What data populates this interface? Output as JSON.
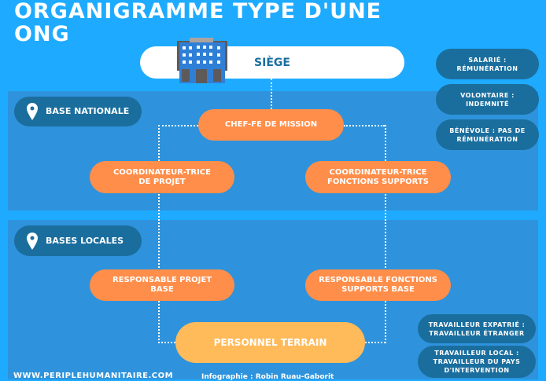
{
  "title": "ORGANIGRAMME TYPE D'UNE ONG",
  "siege": "SIÈGE",
  "base_nationale": "BASE NATIONALE",
  "bases_locales": "BASES LOCALES",
  "chef_mission": "CHEF-FE DE MISSION",
  "coord_projet": "COORDINATEUR-TRICE DE PROJET",
  "coord_supports": "COORDINATEUR-TRICE FONCTIONS SUPPORTS",
  "resp_projet": "RESPONSABLE PROJET BASE",
  "resp_supports": "RESPONSABLE FONCTIONS SUPPORTS BASE",
  "personnel_terrain": "PERSONNEL TERRAIN",
  "legend_status": [
    "SALARIÉ : RÉMUNÉRATION",
    "VOLONTAIRE : INDEMNITÉ",
    "BÉNÉVOLE : PAS DE RÉMUNÉRATION"
  ],
  "legend_workers": [
    "TRAVAILLEUR EXPATRIÉ : TRAVAILLEUR ÉTRANGER",
    "TRAVAILLEUR LOCAL : TRAVAILLEUR DU PAYS D'INTERVENTION"
  ],
  "footer": {
    "website": "WWW.PERIPLEHUMANITAIRE.COM",
    "credit": "Infographie : Robin Ruau-Gaborit"
  },
  "colors": {
    "background": "#1eabff",
    "panel": "#2e93dc",
    "dark": "#1a6e9e",
    "orange": "#ff8e4a",
    "yellow": "#ffbb5a"
  }
}
